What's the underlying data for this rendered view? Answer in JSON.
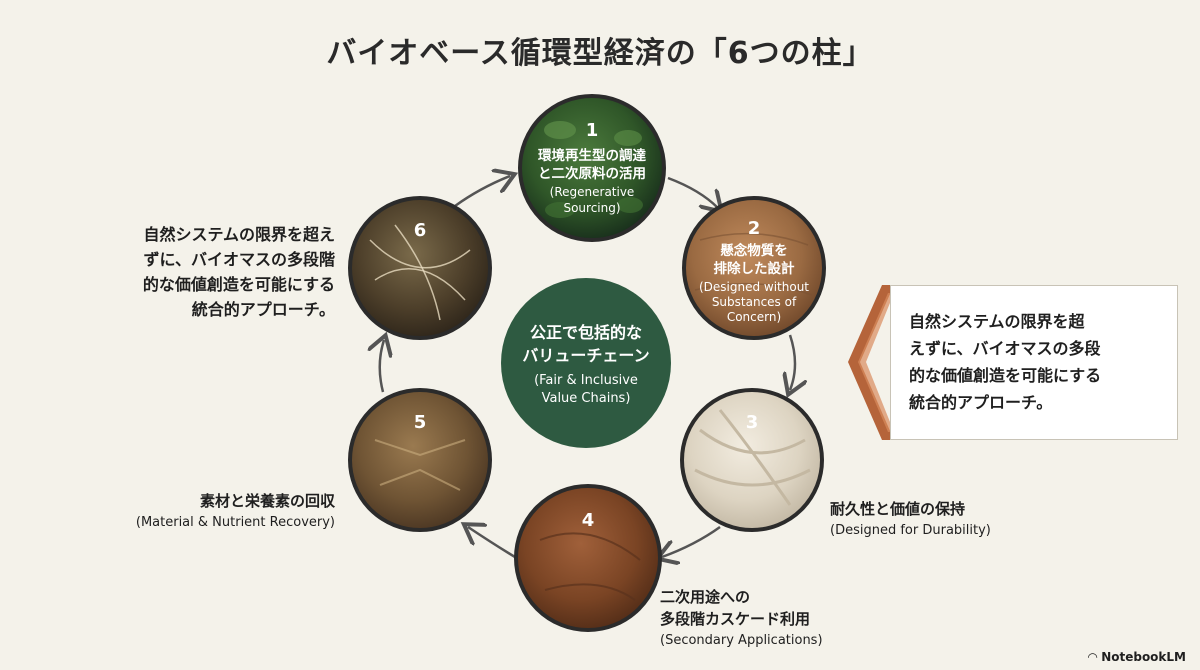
{
  "title": "バイオベース循環型経済の「6つの柱」",
  "center": {
    "label_ja_1": "公正で包括的な",
    "label_ja_2": "バリューチェーン",
    "label_en_1": "(Fair & Inclusive",
    "label_en_2": "Value Chains)"
  },
  "pillars": [
    {
      "num": "1",
      "ja_1": "環境再生型の調達",
      "ja_2": "と二次原料の活用",
      "en_1": "(Regenerative",
      "en_2": "Sourcing)"
    },
    {
      "num": "2",
      "ja_1": "懸念物質を",
      "ja_2": "排除した設計",
      "en_1": "(Designed without",
      "en_2": "Substances of",
      "en_3": "Concern)"
    },
    {
      "num": "3",
      "ja": "耐久性と価値の保持",
      "en": "(Designed for Durability)"
    },
    {
      "num": "4",
      "ja_1": "二次用途への",
      "ja_2": "多段階カスケード利用",
      "en": "(Secondary Applications)"
    },
    {
      "num": "5",
      "ja": "素材と栄養素の回収",
      "en": "(Material & Nutrient Recovery)"
    },
    {
      "num": "6",
      "desc_1": "自然システムの限界を超え",
      "desc_2": "ずに、バイオマスの多段階",
      "desc_3": "的な価値創造を可能にする",
      "desc_4": "統合的アプローチ。"
    }
  ],
  "callout": {
    "line_1": "自然システムの限界を超",
    "line_2": "えずに、バイオマスの多段",
    "line_3": "的な価値創造を可能にする",
    "line_4": "統合的アプローチ。"
  },
  "colors": {
    "center_fill": "#2e5a41",
    "callout_accent": "#b5643a",
    "arrow": "#555555"
  },
  "logo": "NotebookLM"
}
